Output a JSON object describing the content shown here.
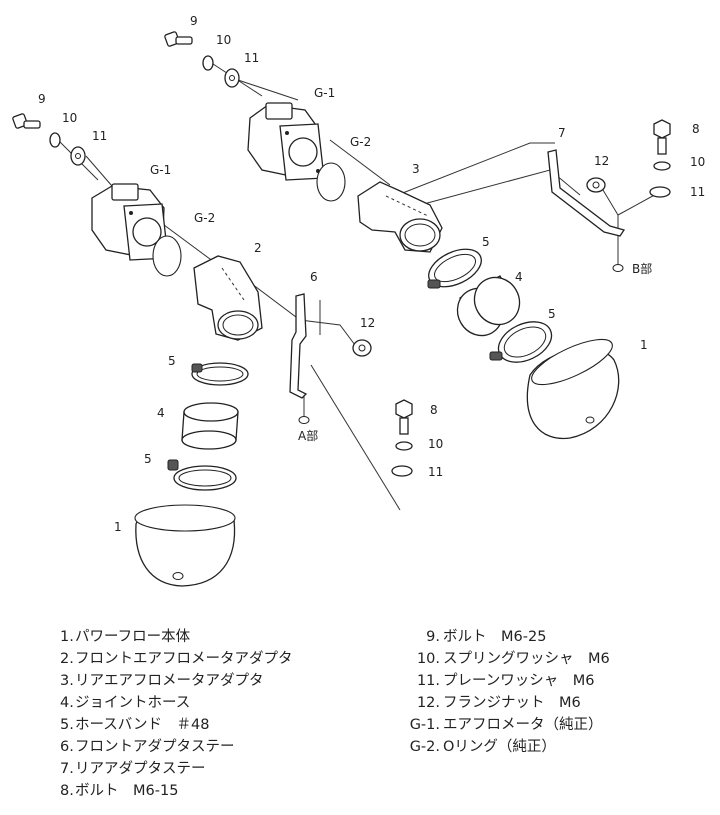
{
  "callouts": {
    "c9a": "9",
    "c10a": "10",
    "c11a": "11",
    "c9b": "9",
    "c10b": "10",
    "c11b": "11",
    "cG1a": "G-1",
    "cG2a": "G-2",
    "cG1b": "G-1",
    "cG2b": "G-2",
    "c2": "2",
    "c3": "3",
    "c7": "7",
    "c12a": "12",
    "c12b": "12",
    "c8a": "8",
    "c10c": "10",
    "c11c": "11",
    "c8b": "8",
    "c10d": "10",
    "c11d": "11",
    "c6": "6",
    "c5a": "5",
    "c4a": "4",
    "c5b": "5",
    "c5c": "5",
    "c4b": "4",
    "c5d": "5",
    "c1a": "1",
    "c1b": "1",
    "sectionA": "A部",
    "sectionB": "B部"
  },
  "parts": [
    {
      "num": "1.",
      "name": "パワーフロー本体"
    },
    {
      "num": "2.",
      "name": "フロントエアフロメータアダプタ"
    },
    {
      "num": "3.",
      "name": "リアエアフロメータアダプタ"
    },
    {
      "num": "4.",
      "name": "ジョイントホース"
    },
    {
      "num": "5.",
      "name": "ホースバンド　＃48"
    },
    {
      "num": "6.",
      "name": "フロントアダプタステー"
    },
    {
      "num": "7.",
      "name": "リアアダプタステー"
    },
    {
      "num": "8.",
      "name": "ボルト　M6-15"
    },
    {
      "num": "9.",
      "name": "ボルト　M6-25"
    },
    {
      "num": "10.",
      "name": "スプリングワッシャ　M6"
    },
    {
      "num": "11.",
      "name": "プレーンワッシャ　M6"
    },
    {
      "num": "12.",
      "name": "フランジナット　M6"
    },
    {
      "num": "G-1.",
      "name": "エアフロメータ（純正）"
    },
    {
      "num": "G-2.",
      "name": "Oリング（純正）"
    }
  ]
}
